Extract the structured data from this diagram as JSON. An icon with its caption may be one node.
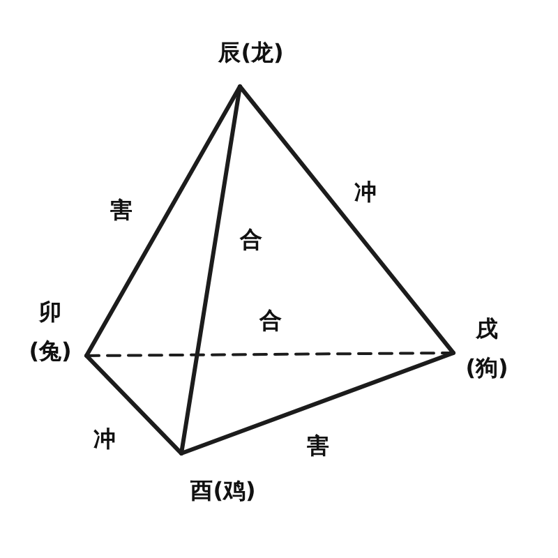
{
  "diagram": {
    "nodes": [
      {
        "text": [
          "辰(龙)"
        ]
      },
      {
        "text": [
          "卯 (兔)"
        ]
      },
      {
        "text": [
          "戌 (狗)"
        ]
      },
      {
        "text": [
          "酉(鸡)"
        ]
      }
    ],
    "edges": [
      {
        "from": 0,
        "to": 1,
        "arrow": "none",
        "label": "害"
      },
      {
        "from": 0,
        "to": 2,
        "arrow": "none",
        "label": "冲"
      },
      {
        "from": 0,
        "to": 3,
        "arrow": "none",
        "label": "合"
      },
      {
        "from": 1,
        "to": 2,
        "arrow": "none",
        "label": "合",
        "style": "dashed"
      },
      {
        "from": 1,
        "to": 3,
        "arrow": "none",
        "label": "冲"
      },
      {
        "from": 3,
        "to": 2,
        "arrow": "none",
        "label": "害"
      }
    ]
  }
}
